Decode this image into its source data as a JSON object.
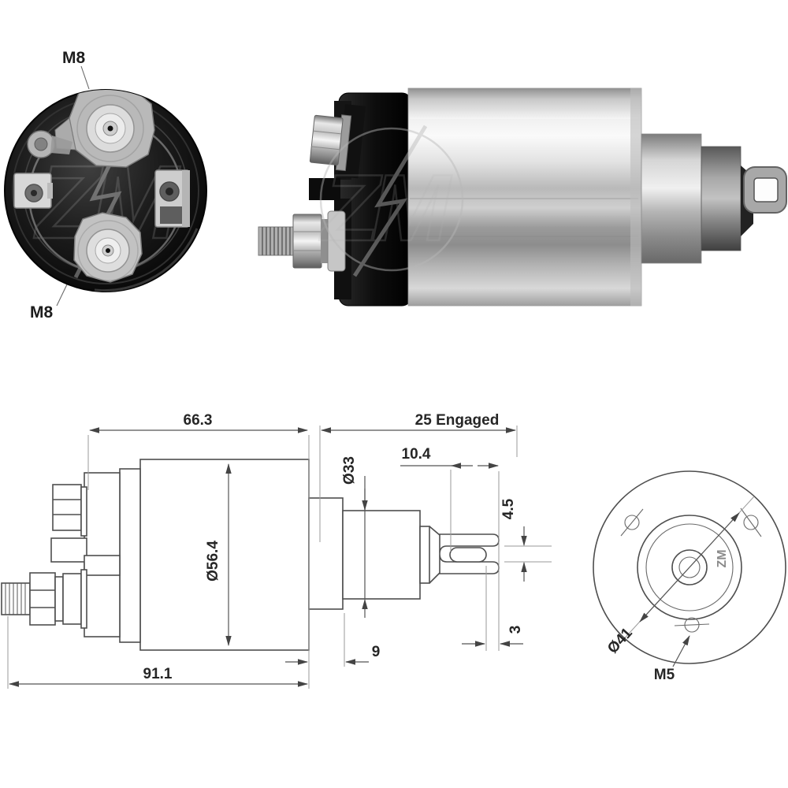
{
  "product_sheet": {
    "brand_watermark": "ZM",
    "rear_photo": {
      "terminal_top_label": "M8",
      "terminal_bottom_label": "M8"
    },
    "dimension_drawing": {
      "side_view": {
        "flange_to_body_end": "66.3",
        "plunger_engaged": "25 Engaged",
        "plunger_extension": "10.4",
        "boss_diameter": "Ø33",
        "fork_slot_height": "4.5",
        "body_diameter": "Ø56.4",
        "fork_tip_thickness": "3",
        "boss_length": "9",
        "overall_length": "91.1"
      },
      "end_view": {
        "pilot_diameter": "Ø41",
        "mounting_thread": "M5",
        "center_mark": "ZM"
      }
    },
    "colors": {
      "background": "#ffffff",
      "drawing_line": "#4e4e4e",
      "dimension_text": "#262626",
      "photo_black": "#0a0a0a",
      "metal_light": "#f2f2f2",
      "metal_dark": "#6f6f6f"
    }
  }
}
